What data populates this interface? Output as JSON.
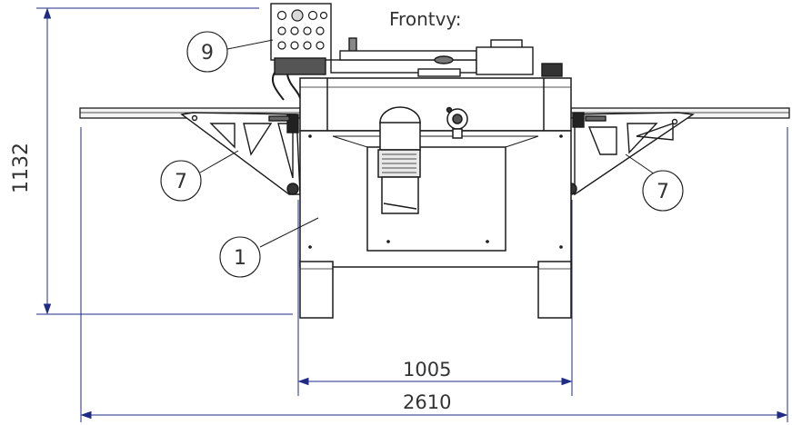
{
  "view_title": "Frontvy:",
  "dimensions": {
    "total_height": "1132",
    "frame_width": "1005",
    "total_width": "2610"
  },
  "callouts": {
    "control_panel": "9",
    "left_support": "7",
    "right_support": "7",
    "machine_frame": "1"
  },
  "colors": {
    "dimension_line": "#1f2b85",
    "outline": "#1a1a1a"
  }
}
